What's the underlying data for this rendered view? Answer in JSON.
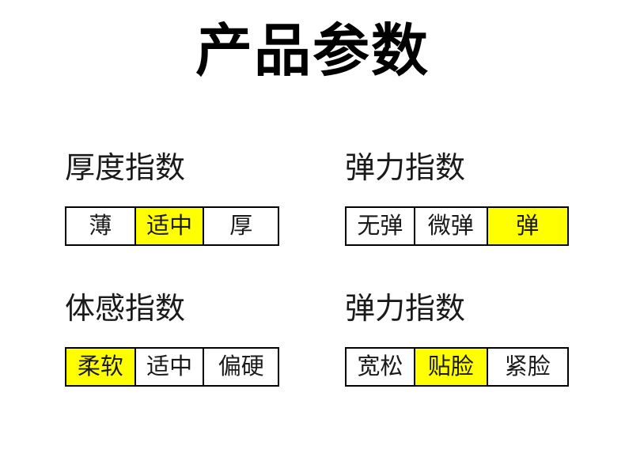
{
  "page": {
    "title": "产品参数",
    "background_color": "#ffffff",
    "text_color": "#1a1a1a",
    "highlight_color": "#ffff00",
    "border_color": "#000000"
  },
  "sections": [
    {
      "heading": "厚度指数",
      "options": [
        {
          "label": "薄",
          "highlighted": false
        },
        {
          "label": "适中",
          "highlighted": true
        },
        {
          "label": "厚",
          "highlighted": false
        }
      ]
    },
    {
      "heading": "弹力指数",
      "options": [
        {
          "label": "无弹",
          "highlighted": false
        },
        {
          "label": "微弹",
          "highlighted": false
        },
        {
          "label": "弹",
          "highlighted": true
        }
      ]
    },
    {
      "heading": "体感指数",
      "options": [
        {
          "label": "柔软",
          "highlighted": true
        },
        {
          "label": "适中",
          "highlighted": false
        },
        {
          "label": "偏硬",
          "highlighted": false
        }
      ]
    },
    {
      "heading": "弹力指数",
      "options": [
        {
          "label": "宽松",
          "highlighted": false
        },
        {
          "label": "贴脸",
          "highlighted": true
        },
        {
          "label": "紧脸",
          "highlighted": false
        }
      ]
    }
  ]
}
